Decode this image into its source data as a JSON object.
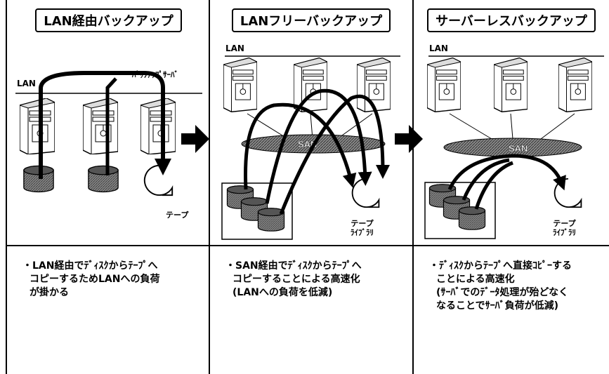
{
  "panels": [
    {
      "title": "LAN経由バックアップ",
      "lan": "LAN",
      "server_label": "ﾊﾞｯｸｱｯﾌﾟｻｰﾊﾞ",
      "tape_label": "テープ",
      "desc": [
        "・LAN経由でﾃﾞｨｽｸからﾃｰﾌﾟへ",
        "コピーするためLANへの負荷",
        "が掛かる"
      ]
    },
    {
      "title": "LANフリーバックアップ",
      "lan": "LAN",
      "san": "SAN",
      "tape_label_1": "テープ",
      "tape_label_2": "ﾗｲﾌﾞﾗﾘ",
      "desc": [
        "・SAN経由でﾃﾞｨｽｸからﾃｰﾌﾟへ",
        "コピーすることによる高速化",
        "(LANへの負荷を低減)"
      ]
    },
    {
      "title": "サーバーレスバックアップ",
      "lan": "LAN",
      "san": "SAN",
      "tape_label_1": "テープ",
      "tape_label_2": "ﾗｲﾌﾞﾗﾘ",
      "desc": [
        "・ﾃﾞｨｽｸからﾃｰﾌﾟへ直接ｺﾋﾟｰする",
        "ことによる高速化",
        "(ｻｰﾊﾞでのﾃﾞｰﾀ処理が殆どなく",
        "なることでｻｰﾊﾞ負荷が低減)"
      ]
    }
  ],
  "colors": {
    "line": "#000000",
    "san_fill": "#9a9a9a",
    "disk_fill": "#6e6e6e",
    "background": "#ffffff"
  },
  "icons": [
    "server-icon",
    "disk-icon",
    "tape-icon",
    "arrow-right-icon",
    "san-cloud-icon"
  ]
}
